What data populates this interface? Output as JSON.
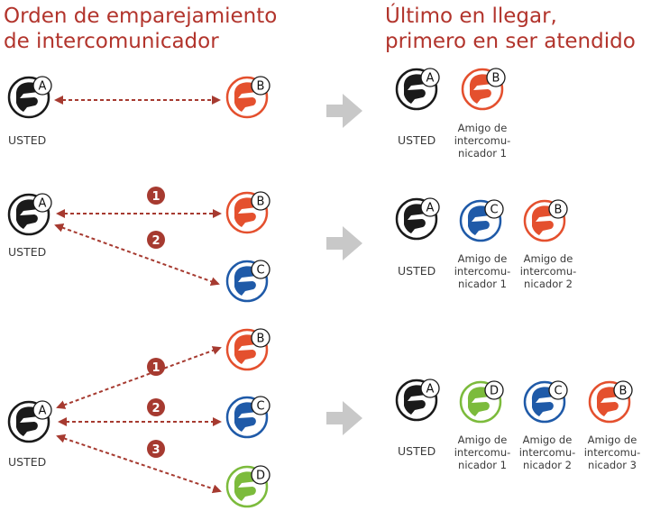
{
  "titles": {
    "left": [
      "Orden de emparejamiento",
      "de intercomunicador"
    ],
    "right": [
      "Último en llegar,",
      "primero en ser atendido"
    ]
  },
  "you_label": "USTED",
  "friend_labels": {
    "1": [
      "Amigo de",
      "intercomu-",
      "nicador 1"
    ],
    "2": [
      "Amigo de",
      "intercomu-",
      "nicador 2"
    ],
    "3": [
      "Amigo de",
      "intercomu-",
      "nicador 3"
    ]
  },
  "helmet_letters": {
    "A": "A",
    "B": "B",
    "C": "C",
    "D": "D"
  },
  "colors": {
    "title": "#b2342c",
    "dashed_arrow": "#a63a30",
    "number_badge": "#a63a30",
    "arrow_gray": "#c8c8c8",
    "helmet_you": "#1a1a1a",
    "helmet_b": "#e4502e",
    "helmet_c": "#1f5aa8",
    "helmet_d": "#7cbb3c"
  },
  "rows": [
    {
      "left_links": [
        {
          "to": "B",
          "number": ""
        }
      ],
      "right_order": [
        "B"
      ]
    },
    {
      "left_links": [
        {
          "to": "B",
          "number": "1"
        },
        {
          "to": "C",
          "number": "2"
        }
      ],
      "right_order": [
        "C",
        "B"
      ]
    },
    {
      "left_links": [
        {
          "to": "B",
          "number": "1"
        },
        {
          "to": "C",
          "number": "2"
        },
        {
          "to": "D",
          "number": "3"
        }
      ],
      "right_order": [
        "D",
        "C",
        "B"
      ]
    }
  ]
}
